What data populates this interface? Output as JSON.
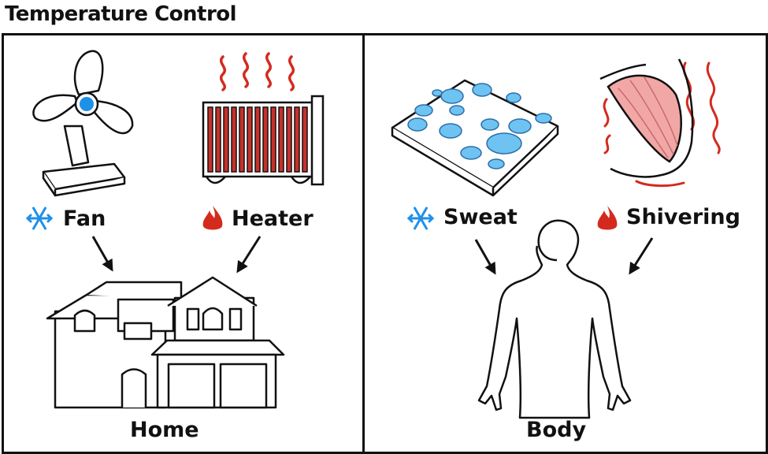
{
  "title": "Temperature Control",
  "panels": {
    "home": {
      "caption": "Home",
      "inputs": [
        {
          "label": "Fan",
          "icon": "snowflake-icon"
        },
        {
          "label": "Heater",
          "icon": "flame-icon"
        }
      ]
    },
    "body": {
      "caption": "Body",
      "inputs": [
        {
          "label": "Sweat",
          "icon": "snowflake-icon"
        },
        {
          "label": "Shivering",
          "icon": "flame-icon"
        }
      ]
    }
  },
  "colors": {
    "cool": "#1e90e8",
    "warm": "#d42a1e",
    "line": "#111111",
    "water": "#6ec3f2",
    "muscle": "#f2a7a7"
  }
}
